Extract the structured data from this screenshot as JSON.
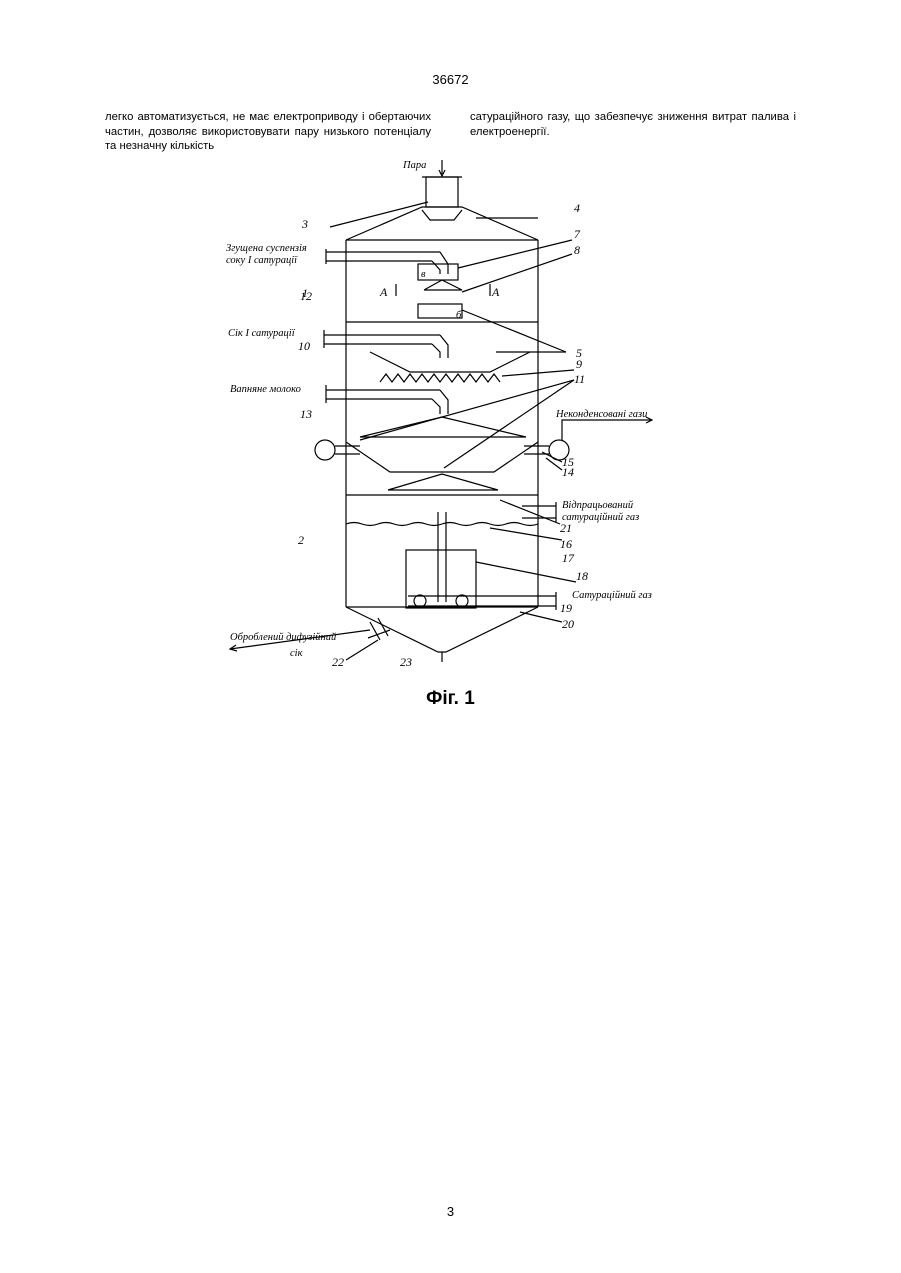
{
  "header": {
    "page_number": "36672"
  },
  "text": {
    "left_column": "легко автоматизується, не має електроприводу і обертаючих частин, дозволяє використовувати пару низького потенціалу та незначну кількість",
    "right_column": "сатураційного газу, що забезпечує зниження витрат палива і електроенергії."
  },
  "figure": {
    "labels": {
      "steam": "Пара",
      "suspension_line1": "Згущена суспензія",
      "suspension_line2": "соку І сатурації",
      "juice": "Сік І сатурації",
      "lime_milk": "Вапняне молоко",
      "noncond": "Неконденсовані гази",
      "waste_gas_line1": "Відпрацьований",
      "waste_gas_line2": "сатураційний газ",
      "sat_gas": "Сатураційний газ",
      "treated_line1": "Оброблений дифузійний",
      "treated_line2": "сік",
      "section_a": "А",
      "mark_b": "б",
      "mark_v": "в"
    },
    "numbers": [
      "1",
      "2",
      "3",
      "4",
      "5",
      "7",
      "8",
      "9",
      "10",
      "11",
      "12",
      "13",
      "14",
      "15",
      "16",
      "17",
      "18",
      "19",
      "20",
      "21",
      "22",
      "23"
    ]
  },
  "caption": "Фіг. 1",
  "footer": {
    "page_number": "3"
  }
}
